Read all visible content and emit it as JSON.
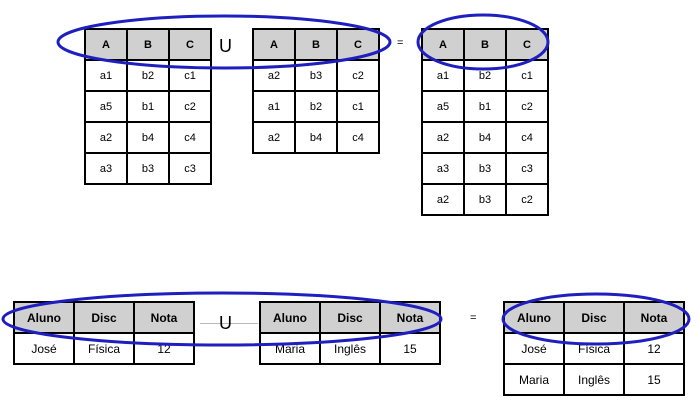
{
  "example1": {
    "left": {
      "headers": [
        "A",
        "B",
        "C"
      ],
      "rows": [
        [
          "a1",
          "b2",
          "c1"
        ],
        [
          "a5",
          "b1",
          "c2"
        ],
        [
          "a2",
          "b4",
          "c4"
        ],
        [
          "a3",
          "b3",
          "c3"
        ]
      ]
    },
    "union_symbol": "U",
    "right": {
      "headers": [
        "A",
        "B",
        "C"
      ],
      "rows": [
        [
          "a2",
          "b3",
          "c2"
        ],
        [
          "a1",
          "b2",
          "c1"
        ],
        [
          "a2",
          "b4",
          "c4"
        ]
      ]
    },
    "equals_symbol": "=",
    "result": {
      "headers": [
        "A",
        "B",
        "C"
      ],
      "rows": [
        [
          "a1",
          "b2",
          "c1"
        ],
        [
          "a5",
          "b1",
          "c2"
        ],
        [
          "a2",
          "b4",
          "c4"
        ],
        [
          "a3",
          "b3",
          "c3"
        ],
        [
          "a2",
          "b3",
          "c2"
        ]
      ]
    }
  },
  "example2": {
    "left": {
      "headers": [
        "Aluno",
        "Disc",
        "Nota"
      ],
      "rows": [
        [
          "José",
          "Física",
          "12"
        ]
      ]
    },
    "union_symbol": "U",
    "right": {
      "headers": [
        "Aluno",
        "Disc",
        "Nota"
      ],
      "rows": [
        [
          "Maria",
          "Inglês",
          "15"
        ]
      ]
    },
    "equals_symbol": "=",
    "result": {
      "headers": [
        "Aluno",
        "Disc",
        "Nota"
      ],
      "rows": [
        [
          "José",
          "Física",
          "12"
        ],
        [
          "Maria",
          "Inglês",
          "15"
        ]
      ]
    }
  },
  "colors": {
    "oval_stroke": "#1f1fbf",
    "header_fill": "#d0d0d0",
    "border": "#000000"
  }
}
